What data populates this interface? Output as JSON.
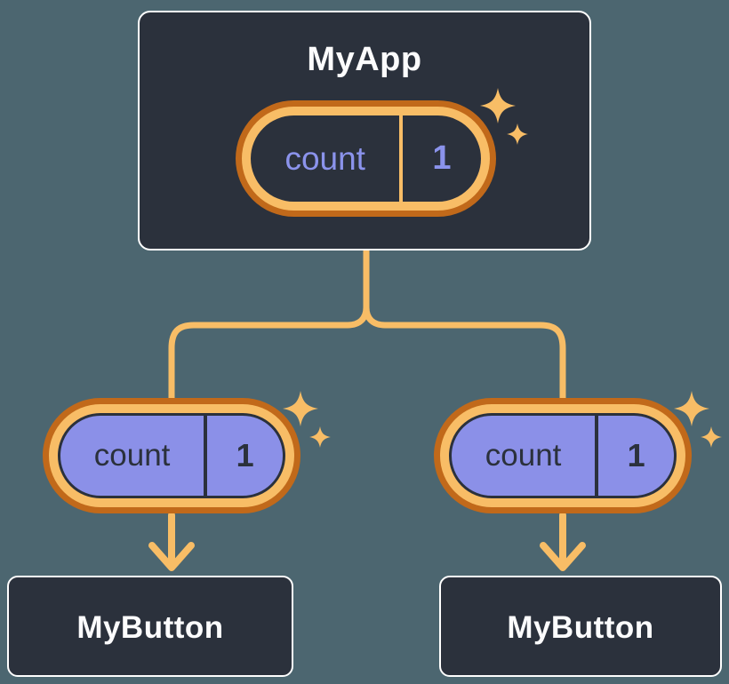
{
  "colors": {
    "background": "#4C6670",
    "panel-dark": "#2B313C",
    "panel-border": "#FFFFFF",
    "text-light": "#FCFCFD",
    "orange-dark": "#C1691A",
    "orange-light": "#F8BD66",
    "purple-fill": "#8B90E8",
    "purple-text": "#8B93EC"
  },
  "tree": {
    "root": {
      "title": "MyApp",
      "state_pill": {
        "label": "count",
        "value": "1"
      }
    },
    "children": [
      {
        "title": "MyButton",
        "state_pill": {
          "label": "count",
          "value": "1"
        }
      },
      {
        "title": "MyButton",
        "state_pill": {
          "label": "count",
          "value": "1"
        }
      }
    ]
  }
}
